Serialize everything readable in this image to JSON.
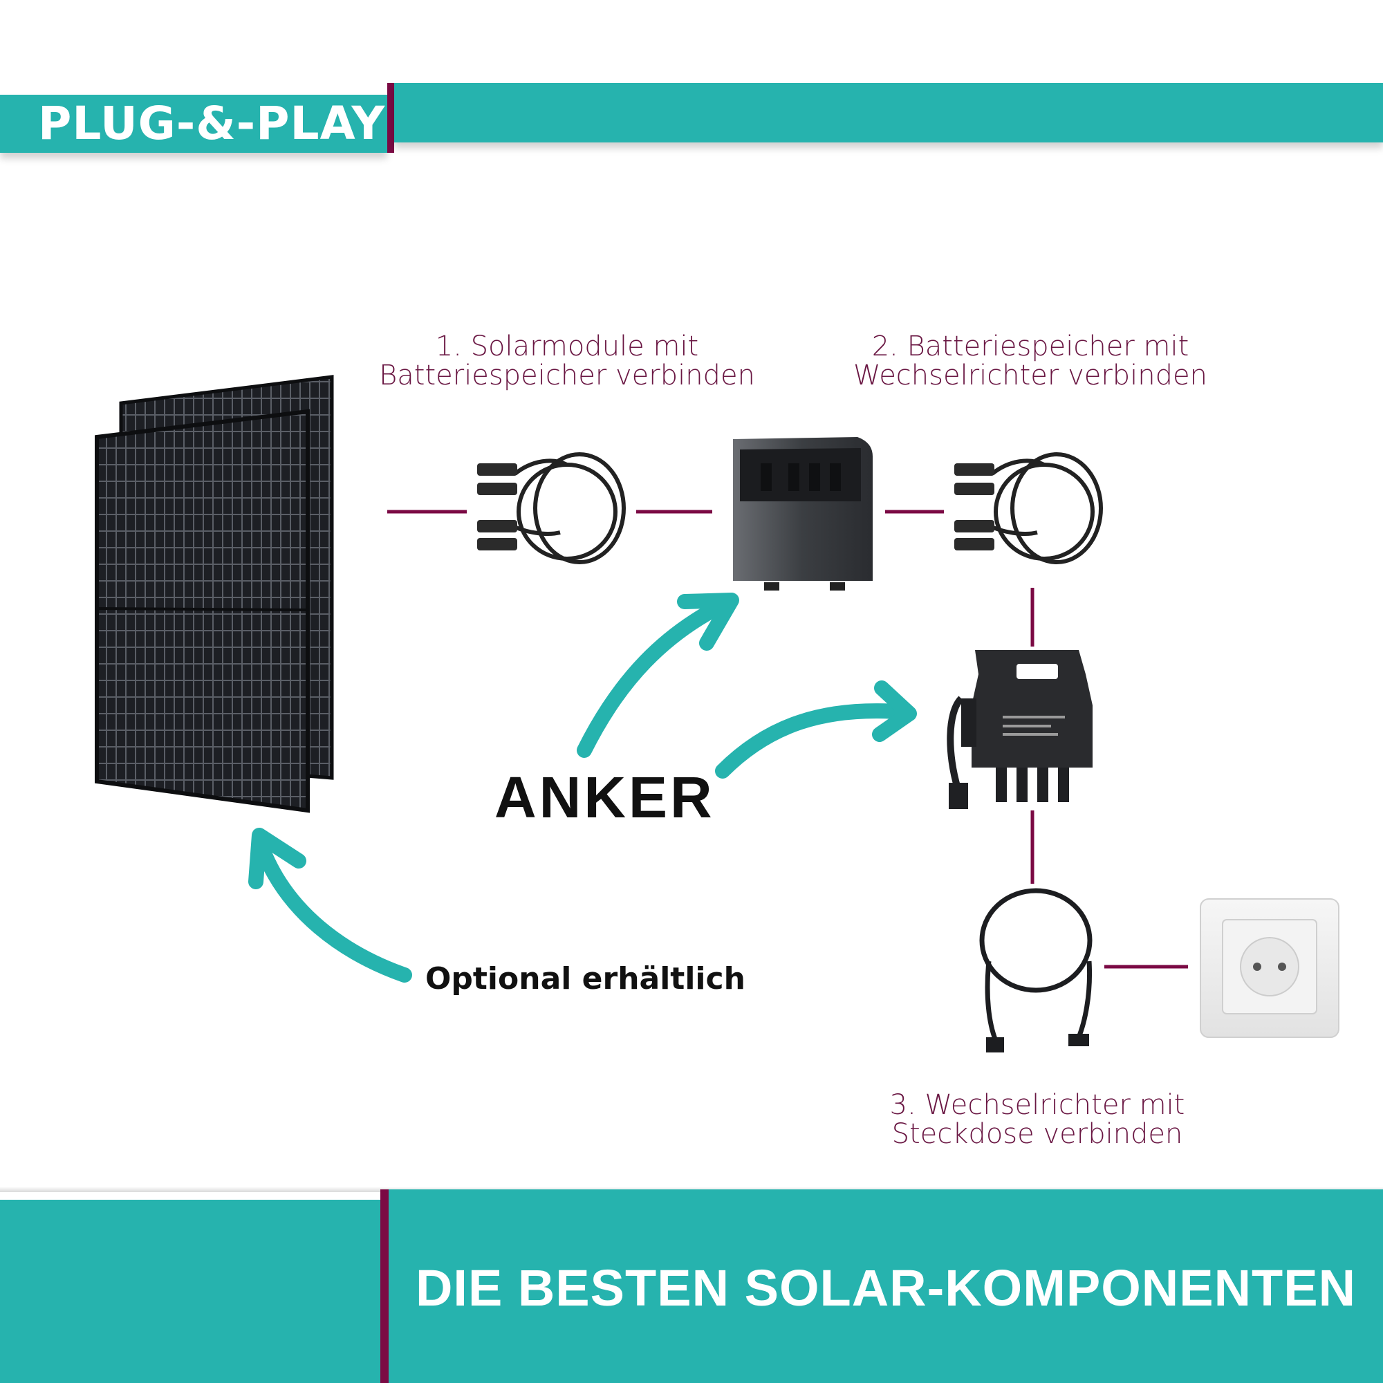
{
  "header": {
    "title": "PLUG-&-PLAY"
  },
  "steps": {
    "step1": {
      "line1": "1. Solarmodule mit",
      "line2": "Batteriespeicher verbinden"
    },
    "step2": {
      "line1": "2. Batteriespeicher mit",
      "line2": "Wechselrichter verbinden"
    },
    "step3": {
      "line1": "3. Wechselrichter mit",
      "line2": "Steckdose verbinden"
    }
  },
  "labels": {
    "optional": "Optional erhältlich",
    "brand": "ANKER"
  },
  "footer": {
    "title": "DIE BESTEN SOLAR-KOMPONENTEN"
  },
  "colors": {
    "teal": "#26b3ae",
    "maroon": "#7b0a44",
    "caption": "#6a1743"
  }
}
